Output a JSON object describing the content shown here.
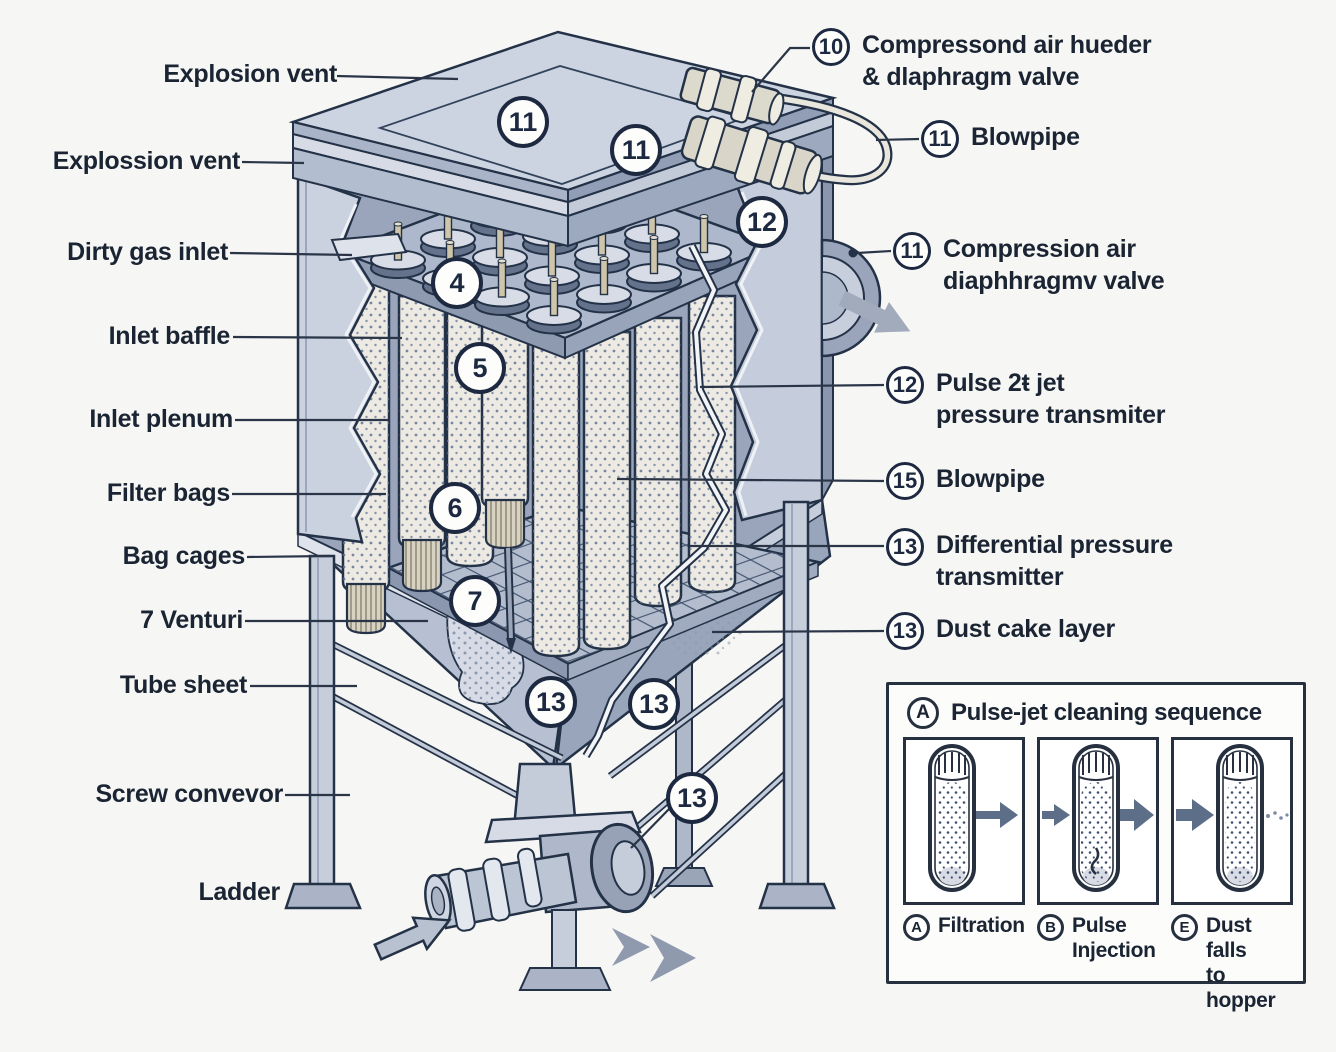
{
  "colors": {
    "background": "#f6f6f4",
    "outline": "#243248",
    "body_light": "#ccd3e1",
    "body_mid": "#aab4c8",
    "body_dark": "#8e99b1",
    "filter_bag": "#edeae3",
    "cap_pin": "#cfc5aa",
    "arrow_gray": "#8f9aae",
    "badge_border": "#1d2940",
    "label_text": "#1a2433"
  },
  "labels": {
    "left": [
      {
        "text": "Explosion vent"
      },
      {
        "text": "Explossion vent"
      },
      {
        "text": "Dirty gas inlet"
      },
      {
        "text": "Inlet baffle"
      },
      {
        "text": "Inlet plenum"
      },
      {
        "text": "Filter bags"
      },
      {
        "text": "Bag cages"
      },
      {
        "text": "7 Venturi"
      },
      {
        "text": "Tube sheet"
      },
      {
        "text": "Screw convevor"
      },
      {
        "text": "Ladder"
      }
    ],
    "right": [
      {
        "num": "10",
        "line1": "Compressond air hueder",
        "line2": "& dlaphragm valve"
      },
      {
        "num": "11",
        "line1": "Blowpipe",
        "line2": ""
      },
      {
        "num": "11",
        "line1": "Compression air",
        "line2": "diaphhragmv valve"
      },
      {
        "num": "12",
        "line1": "Pulse 2ŧ jet",
        "line2": "pressure transmiter"
      },
      {
        "num": "15",
        "line1": "Blowpipe",
        "line2": ""
      },
      {
        "num": "13",
        "line1": "Differential pressure",
        "line2": "transmitter"
      },
      {
        "num": "13",
        "line1": "Dust cake layer",
        "line2": ""
      }
    ]
  },
  "badges": [
    {
      "n": "11"
    },
    {
      "n": "11"
    },
    {
      "n": "12"
    },
    {
      "n": "4"
    },
    {
      "n": "5"
    },
    {
      "n": "6"
    },
    {
      "n": "7"
    },
    {
      "n": "13"
    },
    {
      "n": "13"
    },
    {
      "n": "13"
    }
  ],
  "inset": {
    "badge": "A",
    "title": "Pulse-jet cleaning sequence",
    "steps": [
      {
        "letter": "A",
        "line1": "Filtration",
        "line2": ""
      },
      {
        "letter": "B",
        "line1": "Pulse",
        "line2": "Injection"
      },
      {
        "letter": "E",
        "line1": "Dust falls",
        "line2": "to hopper"
      }
    ]
  }
}
